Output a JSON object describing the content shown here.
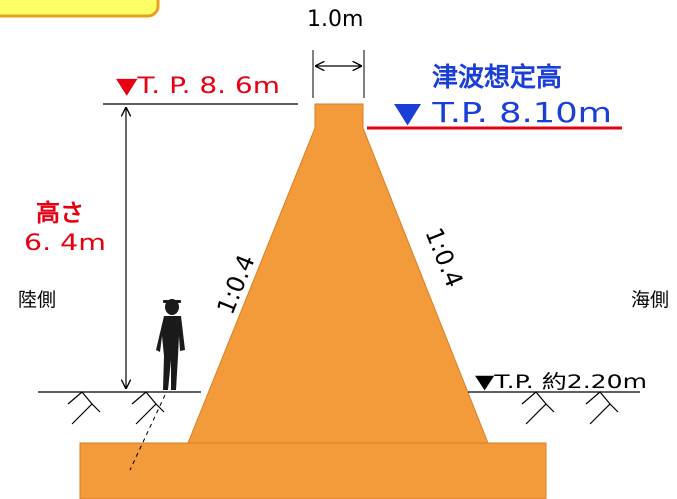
{
  "diagram": {
    "crest_width": "1.0m",
    "crest_height": "▼T. P. 8. 6m",
    "tsunami_title": "津波想定高",
    "tsunami_level": "▼ T.P. 8.10m",
    "height_label": "高さ",
    "height_value": "6. 4m",
    "slope_left": "1:0.4",
    "slope_right": "1:0.4",
    "land_side": "陸側",
    "sea_side": "海側",
    "ground_level": "▼T.P. 約2.20m"
  },
  "colors": {
    "embankment": "#f39a3a",
    "embankment_edge": "#d97f23",
    "callout_fill": "#ffff66",
    "callout_border": "#e8a21a",
    "red_text": "#e60012",
    "blue_text": "#1a3fd6",
    "line": "#000000"
  },
  "icons": {
    "person": "person-silhouette-icon",
    "hatch": "ground-hatch-icon",
    "arrow": "dimension-arrow-icon",
    "marker": "level-triangle-icon"
  }
}
